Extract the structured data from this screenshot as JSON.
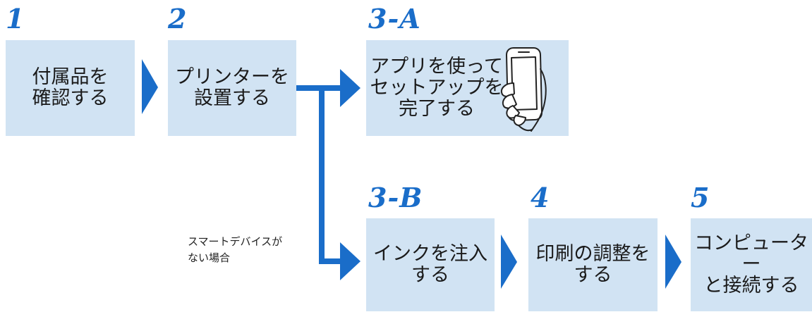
{
  "colors": {
    "accent": "#1a6dc9",
    "box_fill": "#d1e3f3",
    "text": "#1a1a1a"
  },
  "steps": {
    "s1": {
      "number": "1",
      "label": "付属品を\n確認する"
    },
    "s2": {
      "number": "2",
      "label": "プリンターを\n設置する"
    },
    "s3a": {
      "number": "3-A",
      "label": "アプリを使って\nセットアップを\n完了する",
      "icon": "smartphone-in-hand-icon"
    },
    "s3b": {
      "number": "3-B",
      "label": "インクを注入\nする"
    },
    "s4": {
      "number": "4",
      "label": "印刷の調整を\nする"
    },
    "s5": {
      "number": "5",
      "label": "コンピューター\nと接続する"
    }
  },
  "branch_note": "スマートデバイスが\nない場合"
}
